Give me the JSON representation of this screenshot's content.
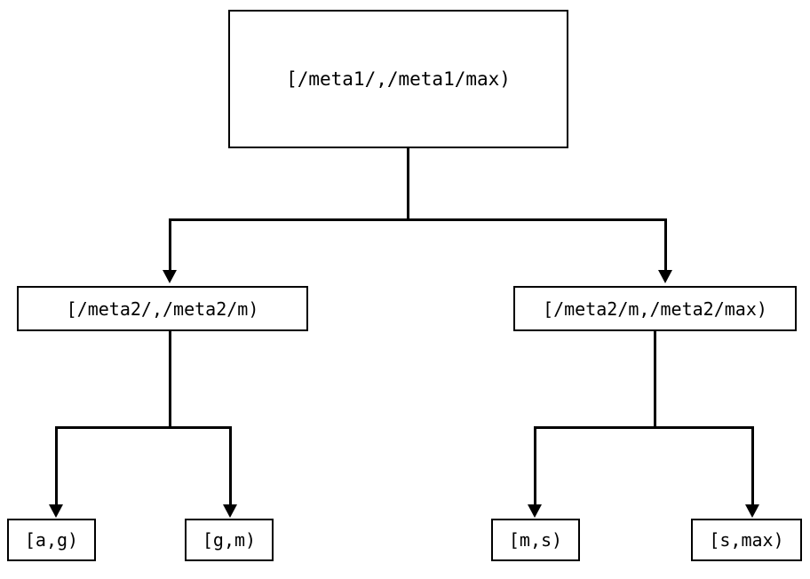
{
  "diagram": {
    "type": "binary-interval-partition-tree",
    "orientation": "top-down",
    "background_color": "#ffffff",
    "line_color": "#000000",
    "text_color": "#000000",
    "nodes": {
      "root": {
        "label": "[/meta1/,/meta1/max)"
      },
      "left_mid": {
        "label": "[/meta2/,/meta2/m)"
      },
      "right_mid": {
        "label": "[/meta2/m,/meta2/max)"
      },
      "leaf_ag": {
        "label": "[a,g)"
      },
      "leaf_gm": {
        "label": "[g,m)"
      },
      "leaf_ms": {
        "label": "[m,s)"
      },
      "leaf_smax": {
        "label": "[s,max)"
      }
    }
  }
}
